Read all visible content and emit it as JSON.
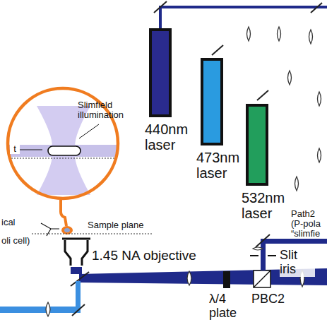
{
  "diagram": {
    "nodes": [
      {
        "text": [
          "t",
          "Slimfield illumination"
        ]
      },
      {
        "text": [
          "440nm laser"
        ]
      },
      {
        "text": [
          "473nm laser"
        ]
      },
      {
        "text": [
          "532nm laser"
        ]
      }
    ],
    "labels": [
      "ical",
      "oli cell)",
      "Sample plane",
      "1.45 NA objective",
      "λ/4 plate",
      "PBC2",
      "Slit iris",
      "Path2",
      "(P-pola",
      "“slimfie"
    ]
  }
}
